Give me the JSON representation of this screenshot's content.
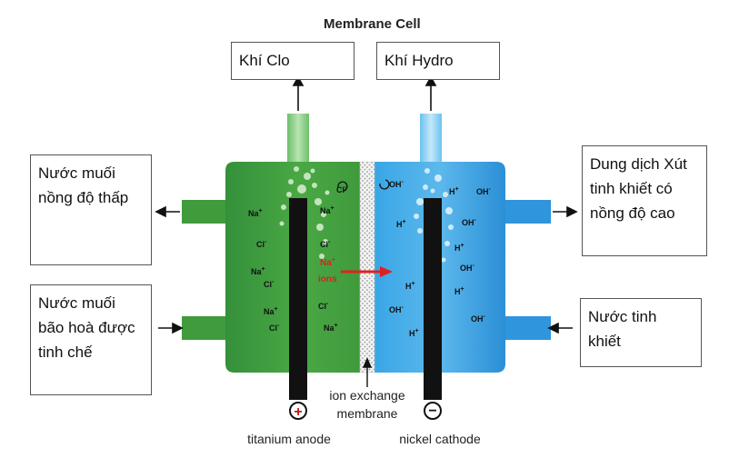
{
  "title": "Membrane Cell",
  "boxes": {
    "chlorine": "Khí Clo",
    "hydrogen": "Khí Hydro",
    "depleted_brine": "Nước muối nồng độ thấp",
    "saturated_brine": "Nước muối bão hoà được tinh chế",
    "caustic_soda": "Dung dịch Xút tinh khiết có nồng độ cao",
    "pure_water": "Nước tinh khiết"
  },
  "ions": {
    "na": "Na",
    "cl": "Cl",
    "h": "H",
    "oh": "OH",
    "plus": "+",
    "minus": "-",
    "na_ions_line1": "Na",
    "na_ions_line2": "ions"
  },
  "labels": {
    "membrane_line1": "ion exchange",
    "membrane_line2": "membrane",
    "anode": "titanium anode",
    "cathode": "nickel cathode",
    "anode_sign": "+",
    "cathode_sign": "−"
  },
  "colors": {
    "anode_chamber": "#3f9b3c",
    "cathode_chamber": "#3aa0e0",
    "electrode": "#111111",
    "na_arrow": "#e02020"
  }
}
